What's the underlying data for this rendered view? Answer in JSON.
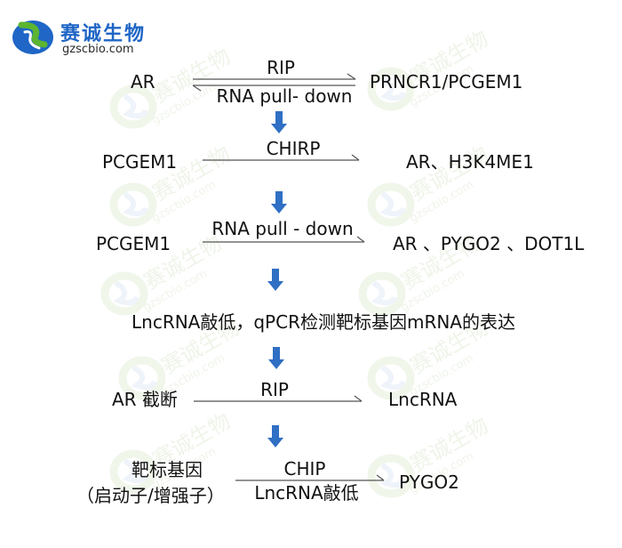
{
  "logo": {
    "name_cn": "赛诚生物",
    "url": "gzscbio.com"
  },
  "watermark": {
    "name_cn": "赛诚生物",
    "url": "gzscbio.com"
  },
  "steps": {
    "s1": {
      "left": "AR",
      "top": "RIP",
      "bottom": "RNA pull- down",
      "right": "PRNCR1/PCGEM1"
    },
    "s2": {
      "left": "PCGEM1",
      "top": "CHIRP",
      "right": "AR、H3K4ME1"
    },
    "s3": {
      "left": "PCGEM1",
      "top": "RNA pull - down",
      "right": "AR 、PYGO2 、DOT1L"
    },
    "s4": {
      "text": "LncRNA敲低，qPCR检测靶标基因mRNA的表达"
    },
    "s5": {
      "left": "AR 截断",
      "top": "RIP",
      "right": "LncRNA"
    },
    "s6": {
      "left_line1": "靶标基因",
      "left_line2": "（启动子/增强子）",
      "top": "CHIP",
      "bottom": "LncRNA敲低",
      "right": "PYGO2"
    }
  },
  "colors": {
    "brand_blue": "#1f66c6",
    "brand_green": "#5cb531",
    "flow_arrow": "#2f6fc4",
    "line": "#555555",
    "text": "#111111",
    "watermark_green": "#e4efda",
    "watermark_blue": "#e3ebf6"
  }
}
